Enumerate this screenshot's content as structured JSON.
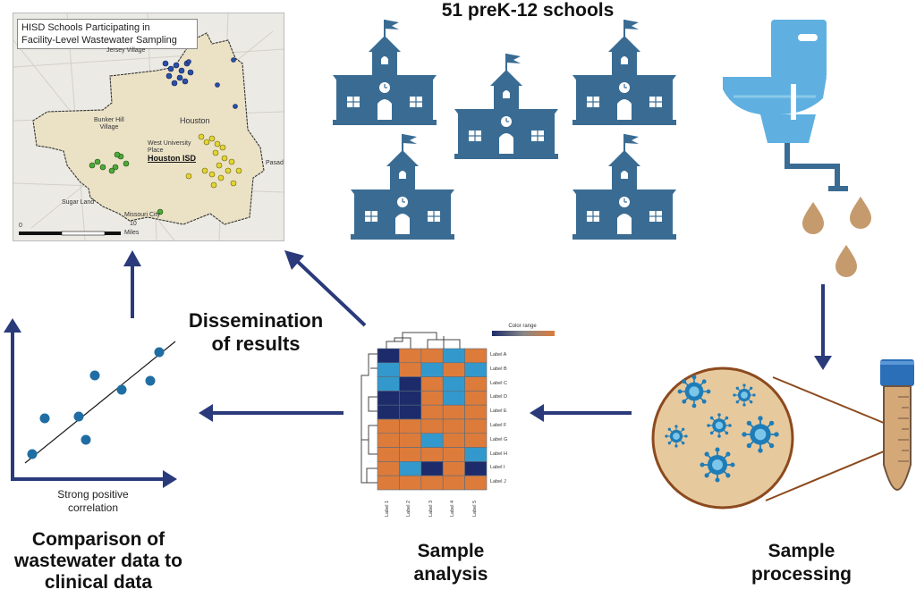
{
  "schools": {
    "title": "51 preK-12 schools"
  },
  "map": {
    "title_line1": "HISD Schools Participating in",
    "title_line2": "Facility-Level Wastewater Sampling",
    "labels": {
      "jersey_village": "Jersey Village",
      "bunker_hill": "Bunker Hill",
      "village": "Village",
      "houston": "Houston",
      "west_university": "West University",
      "place": "Place",
      "houston_isd": "Houston ISD",
      "pasadena": "Pasade",
      "sugar_land": "Sugar Land",
      "missouri_city": "Missouri City",
      "scale_0": "0",
      "scale_10": "10",
      "miles": "Miles"
    }
  },
  "steps": {
    "dissemination_line1": "Dissemination",
    "dissemination_line2": "of results",
    "comparison_line1": "Comparison of",
    "comparison_line2": "wastewater data to",
    "comparison_line3": "clinical data",
    "analysis_line1": "Sample",
    "analysis_line2": "analysis",
    "processing_line1": "Sample",
    "processing_line2": "processing"
  },
  "correlation": {
    "line1": "Strong positive",
    "line2": "correlation"
  },
  "heatmap": {
    "scale_label": "Color range",
    "rows": [
      "Label A",
      "Label B",
      "Label C",
      "Label D",
      "Label E",
      "Label F",
      "Label G",
      "Label H",
      "Label I",
      "Label J"
    ],
    "cols": [
      "Label 1",
      "Label 2",
      "Label 3",
      "Label 4",
      "Label 5"
    ],
    "cells": [
      [
        "navy",
        "orange",
        "orange",
        "blue",
        "orange"
      ],
      [
        "blue",
        "orange",
        "blue",
        "orange",
        "blue"
      ],
      [
        "blue",
        "navy",
        "orange",
        "blue",
        "orange"
      ],
      [
        "navy",
        "navy",
        "orange",
        "blue",
        "orange"
      ],
      [
        "navy",
        "navy",
        "orange",
        "orange",
        "orange"
      ],
      [
        "orange",
        "orange",
        "orange",
        "orange",
        "orange"
      ],
      [
        "orange",
        "orange",
        "blue",
        "orange",
        "orange"
      ],
      [
        "orange",
        "orange",
        "orange",
        "orange",
        "blue"
      ],
      [
        "orange",
        "blue",
        "navy",
        "orange",
        "navy"
      ],
      [
        "orange",
        "orange",
        "orange",
        "orange",
        "orange"
      ]
    ]
  },
  "colors": {
    "icon": "#3a6c93",
    "icon_light": "#5fb0e0",
    "orange": "#dd7b3b",
    "blue": "#3399cc",
    "navy": "#1d2b6b",
    "arrow": "#2a3a7a",
    "droplet": "#c59a6d"
  }
}
